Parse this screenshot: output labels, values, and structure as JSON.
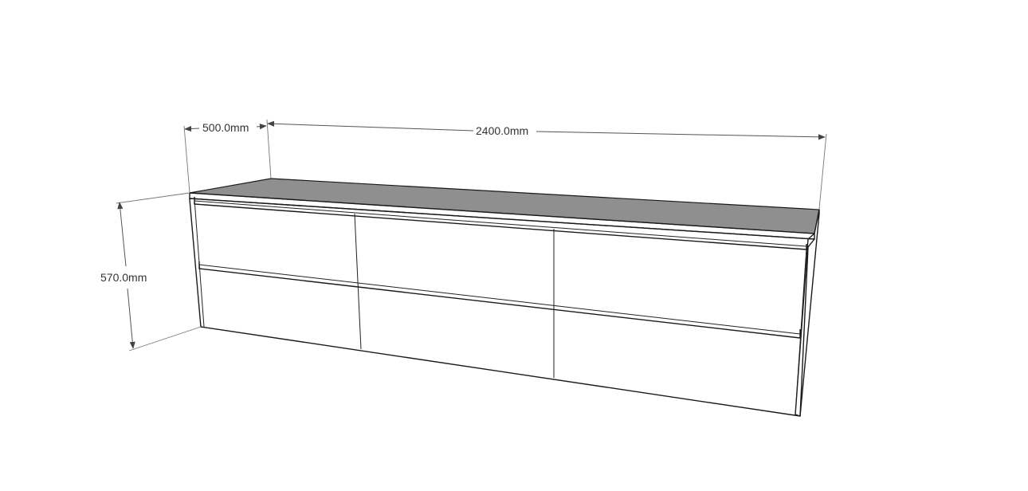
{
  "dimensions": {
    "depth": "500.0mm",
    "length": "2400.0mm",
    "height": "570.0mm"
  },
  "colors": {
    "top_surface": "#8f8f8f",
    "cabinet_face": "#ffffff",
    "edge": "#1a1a1a",
    "dimension_line": "#555555"
  }
}
